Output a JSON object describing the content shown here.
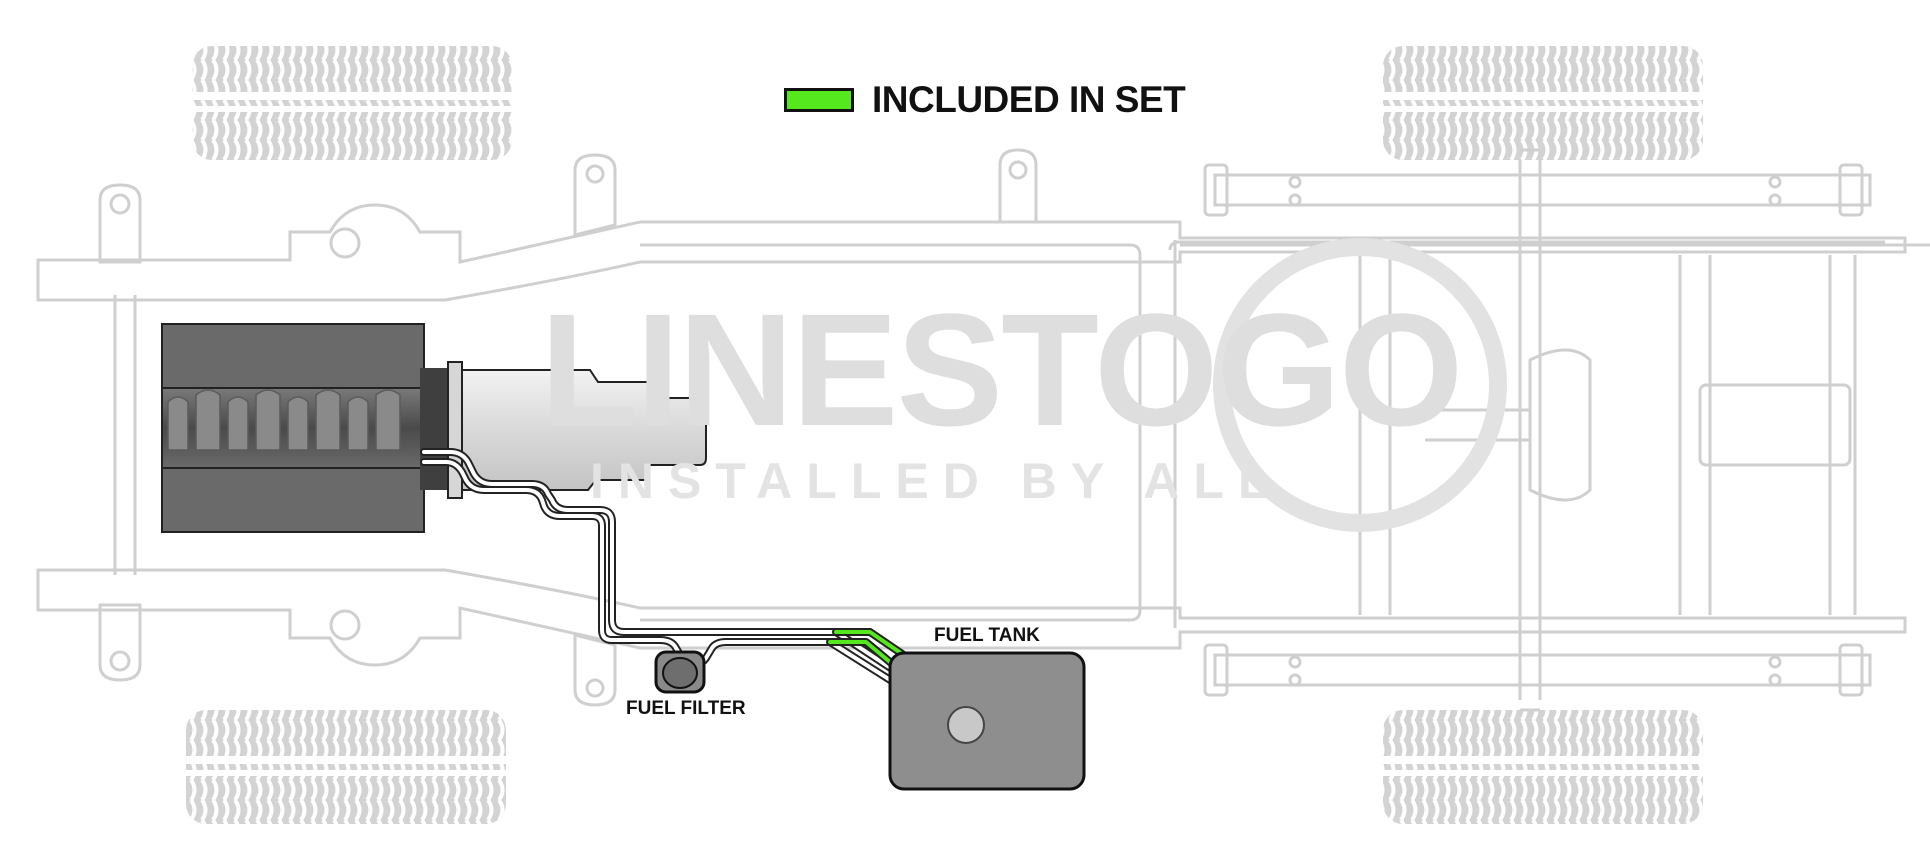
{
  "legend": {
    "label": "INCLUDED IN SET",
    "color": "#55e81e"
  },
  "watermark": {
    "brand": "LINESTOGO",
    "tagline": "INSTALLED BY ALL"
  },
  "callouts": {
    "fuel_filter": "FUEL FILTER",
    "fuel_tank": "FUEL TANK"
  },
  "colors": {
    "frame_outline": "#cfcfcf",
    "engine_dark": "#5a5a5a",
    "tank_gray": "#8e8e8e",
    "fuel_line_included": "#55e81e",
    "fuel_line_other": "#6b6b6b"
  },
  "icons": [
    "tire-icon",
    "engine-icon",
    "transmission-icon",
    "fuel-filter-icon",
    "fuel-tank-icon"
  ]
}
